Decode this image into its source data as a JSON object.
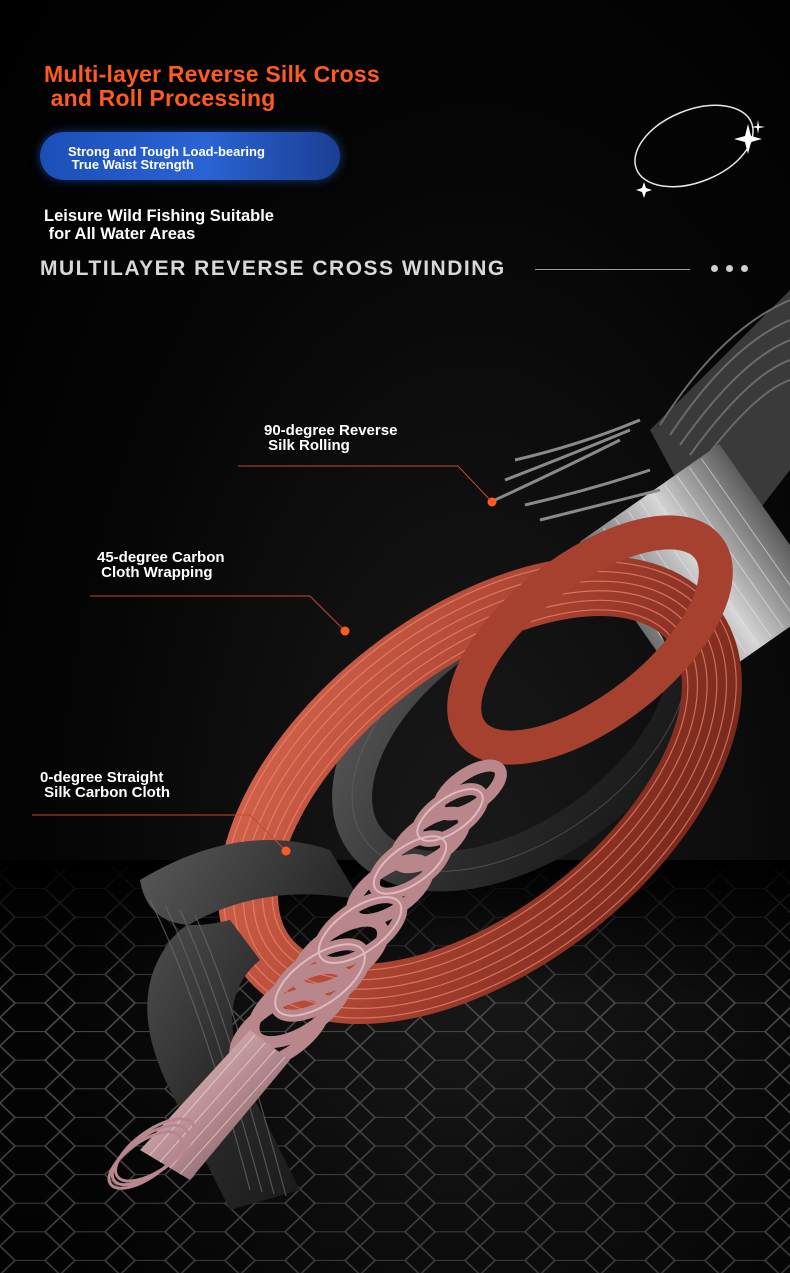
{
  "header": {
    "title": "Multi-layer Reverse Silk Cross\n and Roll Processing",
    "pill_text": "Strong and Tough Load-bearing\n True Waist Strength",
    "subtitle": "Leisure Wild Fishing Suitable\n for All Water Areas",
    "section_heading": "MULTILAYER REVERSE CROSS WINDING"
  },
  "labels": {
    "layer_90": "90-degree Reverse\n Silk Rolling",
    "layer_45": "45-degree Carbon\n Cloth Wrapping",
    "layer_0": "0-degree Straight\n Silk Carbon Cloth"
  },
  "colors": {
    "accent_orange": "#ff5a1f",
    "pill_blue": "#2a63d4",
    "copper": "#b8503f",
    "dark_band": "#2e2e2e",
    "silver": "#b0b0b0"
  },
  "icons": [
    "sparkle-icon",
    "orbit-ellipse-icon",
    "more-dots-icon"
  ]
}
